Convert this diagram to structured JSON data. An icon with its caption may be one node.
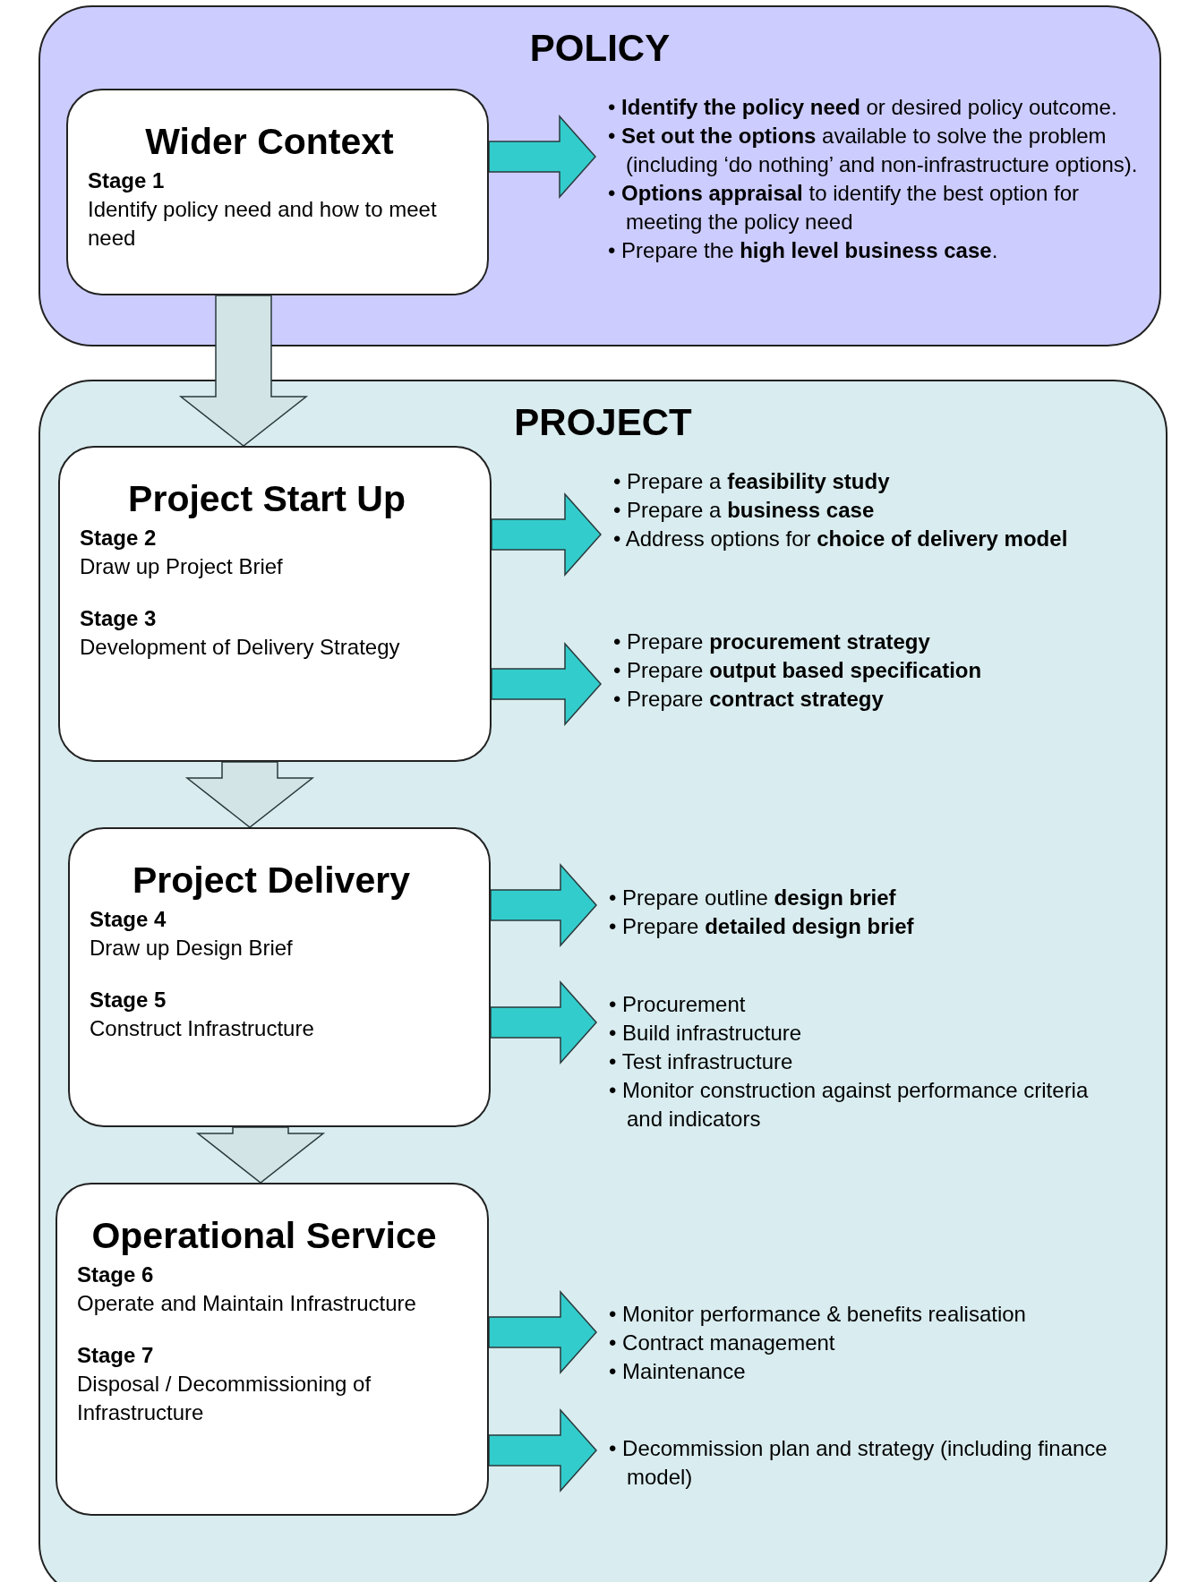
{
  "diagram": {
    "nodes": [
      {
        "text": [
          "POLICY"
        ]
      },
      {
        "text": [
          "Wider Context",
          "Stage 1",
          "Identify policy need and how to meet need"
        ],
        "in": 0
      },
      {
        "text": [
          "• **Identify the policy need** or desired policy outcome.",
          "• **Set out the options** available to solve the problem (including ‘do nothing’ and non-infrastructure options).",
          "• **Options appraisal** to identify the best option for meeting the policy need",
          "• Prepare the **high level business case**."
        ],
        "in": 0
      },
      {
        "text": [
          "PROJECT"
        ]
      },
      {
        "text": [
          "Project Start Up",
          "Stage 2",
          "Draw up Project Brief",
          "Stage 3",
          "Development of Delivery Strategy"
        ],
        "in": 3
      },
      {
        "text": [
          "• Prepare a **feasibility study**",
          "• Prepare a **business case**",
          "• Address options for **choice of delivery model**"
        ],
        "in": 3
      },
      {
        "text": [
          "• Prepare **procurement strategy**",
          "• Prepare **output based specification**",
          "• Prepare **contract strategy**"
        ],
        "in": 3
      },
      {
        "text": [
          "Project Delivery",
          "Stage 4",
          "Draw up Design Brief",
          "Stage 5",
          "Construct Infrastructure"
        ],
        "in": 3
      },
      {
        "text": [
          "• Prepare outline **design brief**",
          "• Prepare **detailed design brief**"
        ],
        "in": 3
      },
      {
        "text": [
          "• Procurement",
          "• Build infrastructure",
          "• Test infrastructure",
          "• Monitor construction against performance criteria and indicators"
        ],
        "in": 3
      },
      {
        "text": [
          "Operational Service",
          "Stage 6",
          "Operate and Maintain Infrastructure",
          "Stage 7",
          "Disposal / Decommissioning of Infrastructure"
        ],
        "in": 3
      },
      {
        "text": [
          "• Monitor performance & benefits realisation",
          "• Contract management",
          "• Maintenance"
        ],
        "in": 3
      },
      {
        "text": [
          "• Decommission plan and strategy (including finance model)"
        ],
        "in": 3
      }
    ],
    "edges": [
      {
        "from": 1,
        "to": 2,
        "arrow": "to"
      },
      {
        "from": 1,
        "to": 4,
        "arrow": "to",
        "color": "#d3e4e6"
      },
      {
        "from": 4,
        "to": 5,
        "arrow": "to"
      },
      {
        "from": 4,
        "to": 6,
        "arrow": "to"
      },
      {
        "from": 4,
        "to": 7,
        "arrow": "to",
        "color": "#d3e4e6"
      },
      {
        "from": 7,
        "to": 8,
        "arrow": "to"
      },
      {
        "from": 7,
        "to": 9,
        "arrow": "to"
      },
      {
        "from": 7,
        "to": 10,
        "arrow": "to",
        "color": "#d3e4e6"
      },
      {
        "from": 10,
        "to": 11,
        "arrow": "to"
      },
      {
        "from": 10,
        "to": 12,
        "arrow": "to"
      }
    ]
  }
}
